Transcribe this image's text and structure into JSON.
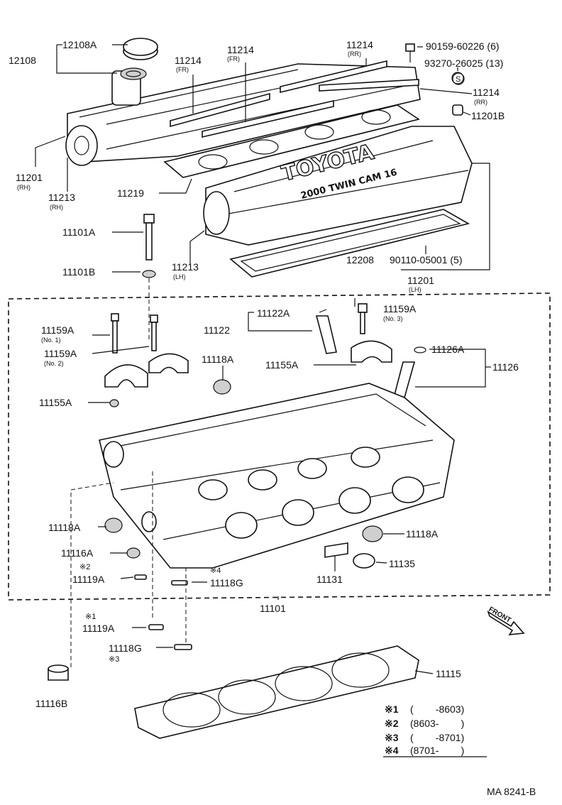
{
  "labels": [
    {
      "text": "12108A"
    },
    {
      "text": "12108"
    },
    {
      "text": "11214"
    },
    {
      "text": "(FR)"
    },
    {
      "text": "11214"
    },
    {
      "text": "(FR)"
    },
    {
      "text": "11214"
    },
    {
      "text": "(RR)"
    },
    {
      "text": "90159-60226 (6)"
    },
    {
      "text": "93270-26025 (13)"
    },
    {
      "text": "11214"
    },
    {
      "text": "(RR)"
    },
    {
      "text": "11201B"
    },
    {
      "text": "11201"
    },
    {
      "text": "(RH)"
    },
    {
      "text": "11213"
    },
    {
      "text": "(RH)"
    },
    {
      "text": "11219"
    },
    {
      "text": "11101A"
    },
    {
      "text": "11101B"
    },
    {
      "text": "11213"
    },
    {
      "text": "(LH)"
    },
    {
      "text": "12208"
    },
    {
      "text": "90110-05001 (5)"
    },
    {
      "text": "11201"
    },
    {
      "text": "(LH)"
    },
    {
      "text": "11122A"
    },
    {
      "text": "11122"
    },
    {
      "text": "11159A"
    },
    {
      "text": "(No. 3)"
    },
    {
      "text": "11159A"
    },
    {
      "text": "(No. 1)"
    },
    {
      "text": "11159A"
    },
    {
      "text": "(No. 2)"
    },
    {
      "text": "11118A"
    },
    {
      "text": "11155A"
    },
    {
      "text": "11126A"
    },
    {
      "text": "11126"
    },
    {
      "text": "11155A"
    },
    {
      "text": "11118A"
    },
    {
      "text": "11118A"
    },
    {
      "text": "11116A"
    },
    {
      "text": "※2"
    },
    {
      "text": "11119A"
    },
    {
      "text": "※4"
    },
    {
      "text": "11118G"
    },
    {
      "text": "11131"
    },
    {
      "text": "11135"
    },
    {
      "text": "11101"
    },
    {
      "text": "※1"
    },
    {
      "text": "11119A"
    },
    {
      "text": "11118G"
    },
    {
      "text": "※3"
    },
    {
      "text": "11115"
    },
    {
      "text": "11116B"
    }
  ],
  "cover_text": {
    "brand": "TOYOTA",
    "model": "2000 TWIN CAM 16"
  },
  "symbol_s": "S",
  "front_label": "FRONT",
  "footnotes": [
    {
      "mark": "※1",
      "range": "(        -8603)"
    },
    {
      "mark": "※2",
      "range": "(8603-        )"
    },
    {
      "mark": "※3",
      "range": "(        -8701)"
    },
    {
      "mark": "※4",
      "range": "(8701-        )"
    }
  ],
  "ref_code": "MA 8241-B"
}
